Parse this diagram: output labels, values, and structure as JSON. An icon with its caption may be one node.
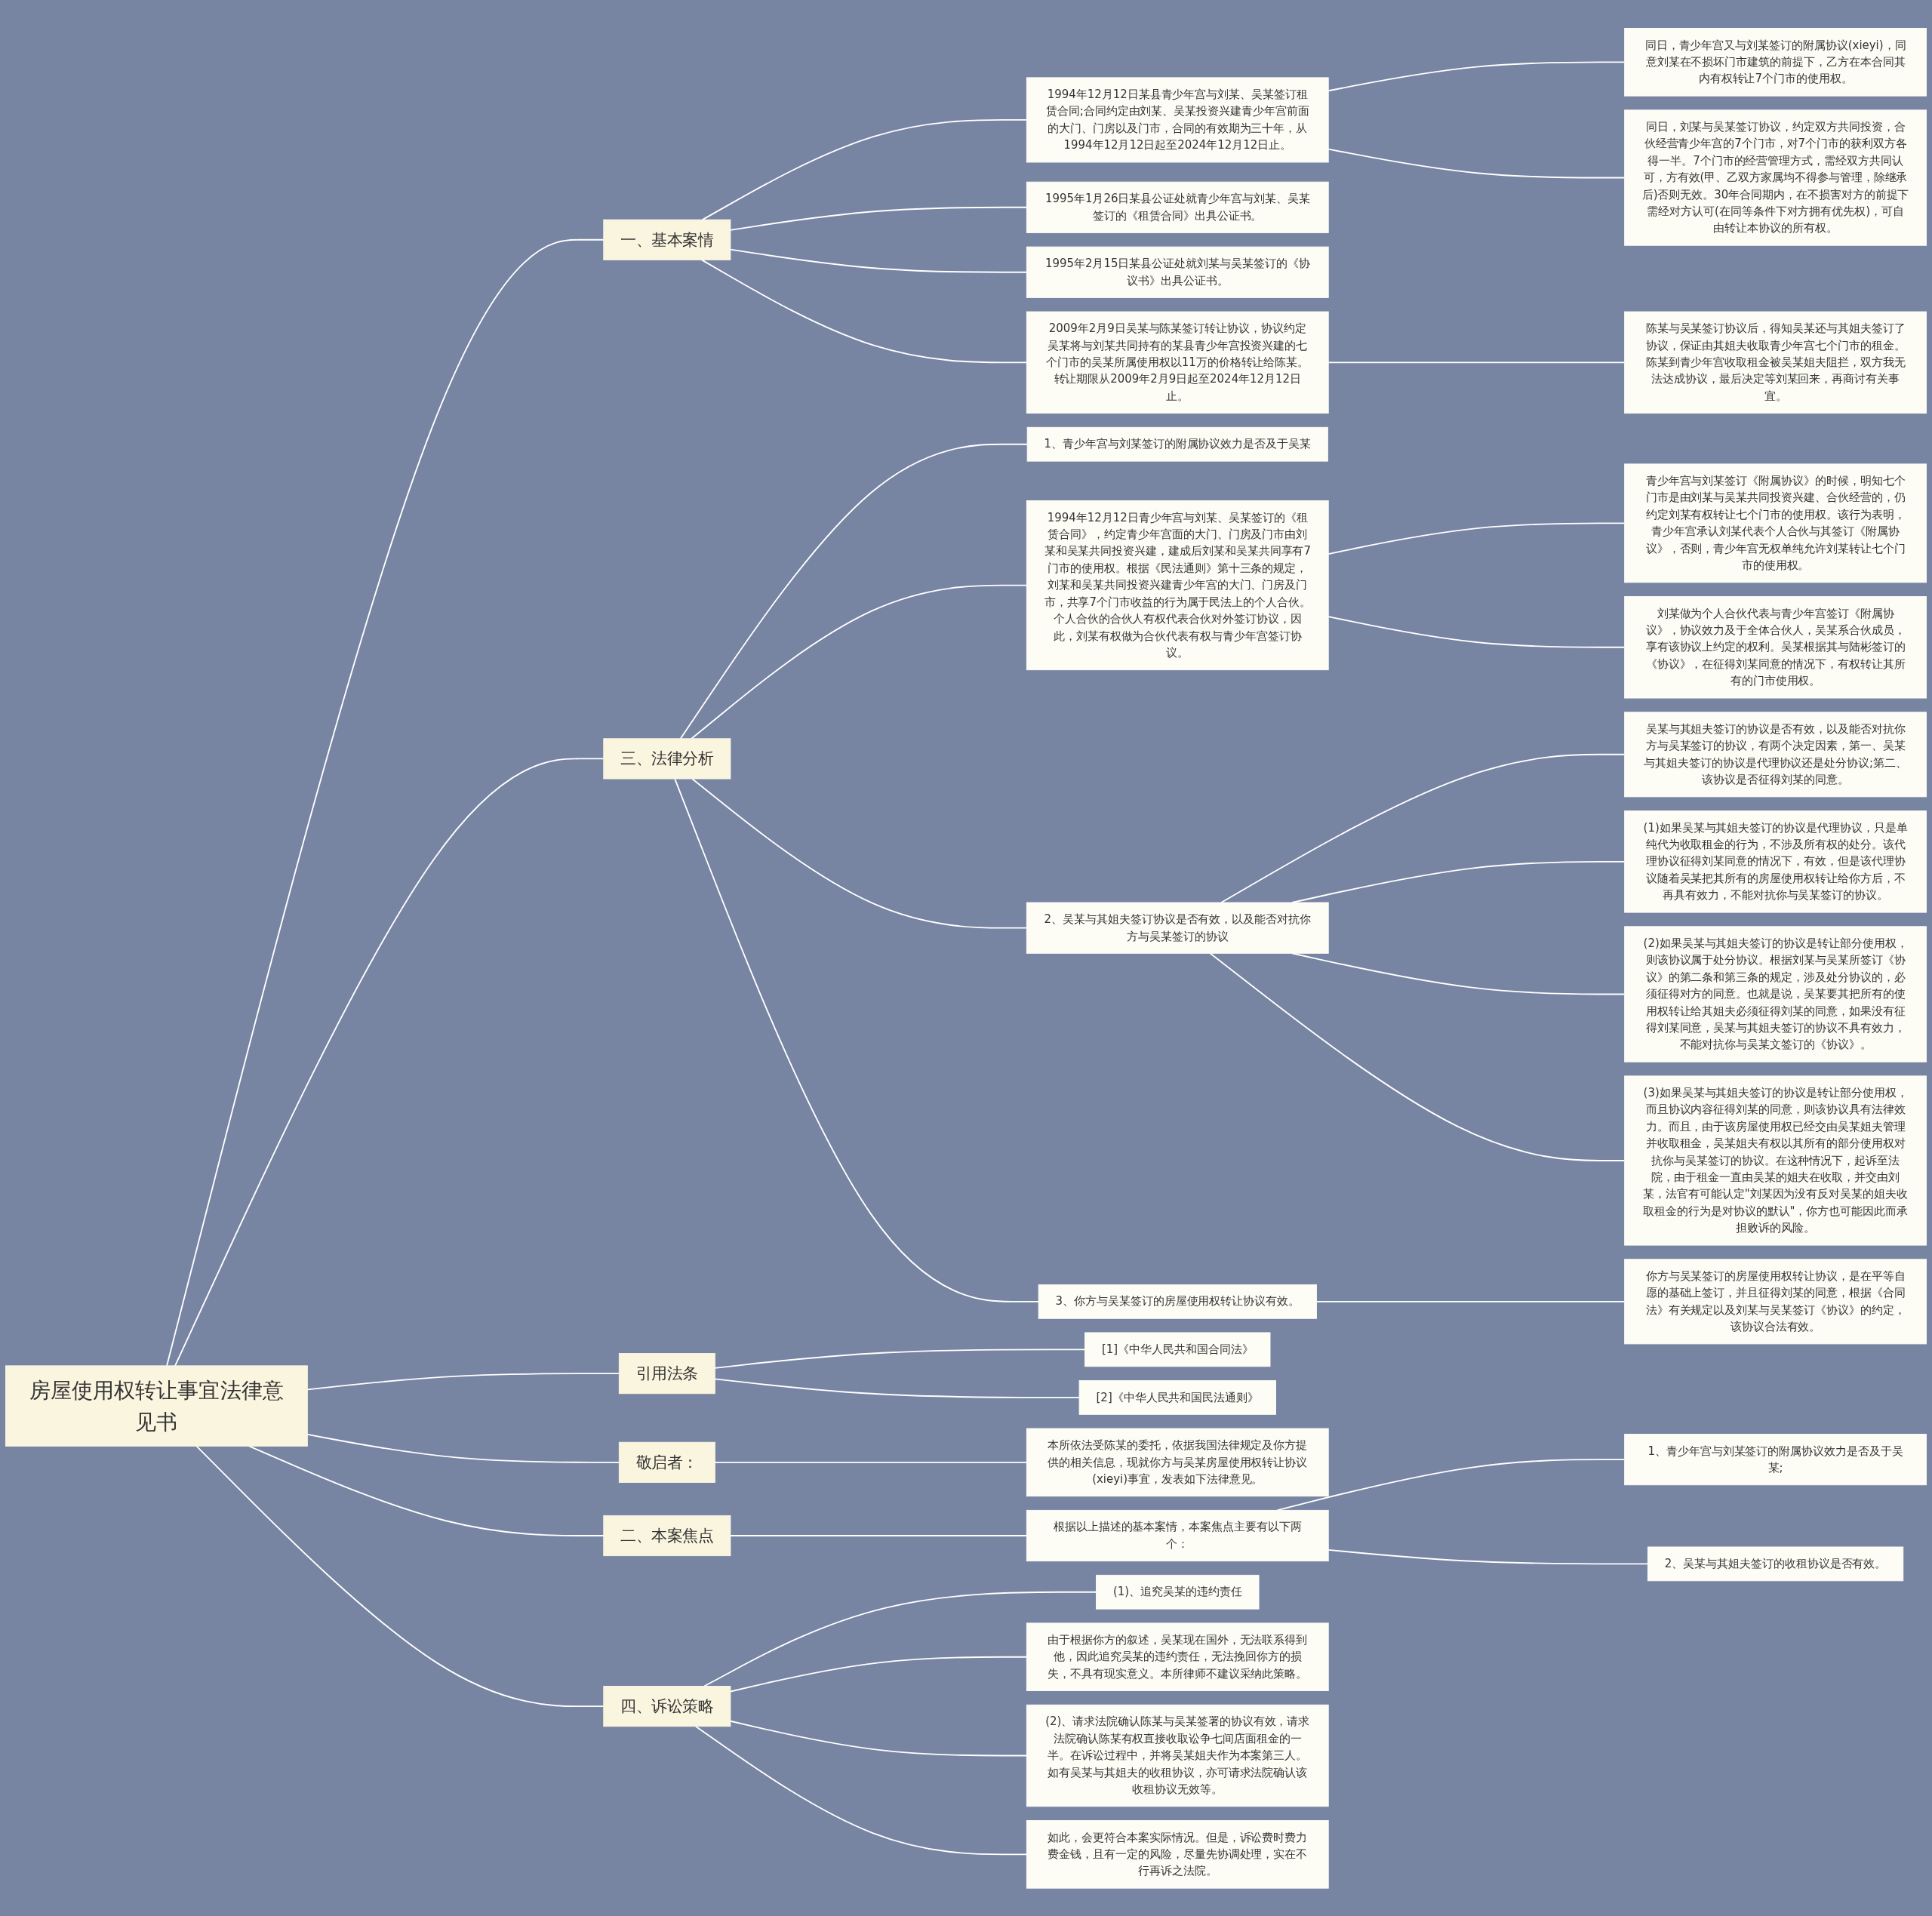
{
  "diagram": {
    "nodes": [
      {
        "text": [
          "房屋使用权转让事宜法律意见书"
        ]
      },
      {
        "text": [
          "一、基本案情"
        ]
      },
      {
        "text": [
          "1994年12月12日某县青少年宫与刘某、吴某签订租赁合同;合同约定由刘某、吴某投资兴建青少年宫前面的大门、门房以及门市，合同的有效期为三十年，从1994年12月12日起至2024年12月12日止。"
        ]
      },
      {
        "text": [
          "同日，青少年宫又与刘某签订的附属协议(xieyi)，同意刘某在不损坏门市建筑的前提下，乙方在本合同其内有权转让7个门市的使用权。"
        ]
      },
      {
        "text": [
          "同日，刘某与吴某签订协议，约定双方共同投资，合伙经营青少年宫的7个门市，对7个门市的获利双方各得一半。7个门市的经营管理方式，需经双方共同认可，方有效(甲、乙双方家属均不得参与管理，除继承后)否则无效。30年合同期内，在不损害对方的前提下需经对方认可(在同等条件下对方拥有优先权)，可自由转让本协议的所有权。"
        ]
      },
      {
        "text": [
          "1995年1月26日某县公证处就青少年宫与刘某、吴某签订的《租赁合同》出具公证书。"
        ]
      },
      {
        "text": [
          "1995年2月15日某县公证处就刘某与吴某签订的《协议书》出具公证书。"
        ]
      },
      {
        "text": [
          "2009年2月9日吴某与陈某签订转让协议，协议约定吴某将与刘某共同持有的某县青少年宫投资兴建的七个门市的吴某所属使用权以11万的价格转让给陈某。转让期限从2009年2月9日起至2024年12月12日止。"
        ]
      },
      {
        "text": [
          "陈某与吴某签订协议后，得知吴某还与其姐夫签订了协议，保证由其姐夫收取青少年宫七个门市的租金。陈某到青少年宫收取租金被吴某姐夫阻拦，双方我无法达成协议，最后决定等刘某回来，再商讨有关事宜。"
        ]
      },
      {
        "text": [
          "三、法律分析"
        ]
      },
      {
        "text": [
          "1、青少年宫与刘某签订的附属协议效力是否及于吴某"
        ]
      },
      {
        "text": [
          "1994年12月12日青少年宫与刘某、吴某签订的《租赁合同》，约定青少年宫面的大门、门房及门市由刘某和吴某共同投资兴建，建成后刘某和吴某共同享有7门市的使用权。根据《民法通则》第十三条的规定，刘某和吴某共同投资兴建青少年宫的大门、门房及门市，共享7个门市收益的行为属于民法上的个人合伙。个人合伙的合伙人有权代表合伙对外签订协议，因此，刘某有权做为合伙代表有权与青少年宫签订协议。"
        ]
      },
      {
        "text": [
          "青少年宫与刘某签订《附属协议》的时候，明知七个门市是由刘某与吴某共同投资兴建、合伙经营的，仍约定刘某有权转让七个门市的使用权。该行为表明，青少年宫承认刘某代表个人合伙与其签订《附属协议》，否则，青少年宫无权单纯允许刘某转让七个门市的使用权。"
        ]
      },
      {
        "text": [
          "刘某做为个人合伙代表与青少年宫签订《附属协议》，协议效力及于全体合伙人，吴某系合伙成员，享有该协议上约定的权利。吴某根据其与陆彬签订的《协议》，在征得刘某同意的情况下，有权转让其所有的门市使用权。"
        ]
      },
      {
        "text": [
          "2、吴某与其姐夫签订协议是否有效，以及能否对抗你方与吴某签订的协议"
        ]
      },
      {
        "text": [
          "吴某与其姐夫签订的协议是否有效，以及能否对抗你方与吴某签订的协议，有两个决定因素，第一、吴某与其姐夫签订的协议是代理协议还是处分协议;第二、该协议是否征得刘某的同意。"
        ]
      },
      {
        "text": [
          "(1)如果吴某与其姐夫签订的协议是代理协议，只是单纯代为收取租金的行为，不涉及所有权的处分。该代理协议征得刘某同意的情况下，有效，但是该代理协议随着吴某把其所有的房屋使用权转让给你方后，不再具有效力，不能对抗你与吴某签订的协议。"
        ]
      },
      {
        "text": [
          "(2)如果吴某与其姐夫签订的协议是转让部分使用权，则该协议属于处分协议。根据刘某与吴某所签订《协议》的第二条和第三条的规定，涉及处分协议的，必须征得对方的同意。也就是说，吴某要其把所有的使用权转让给其姐夫必须征得刘某的同意，如果没有征得刘某同意，吴某与其姐夫签订的协议不具有效力，不能对抗你与吴某文签订的《协议》。"
        ]
      },
      {
        "text": [
          "(3)如果吴某与其姐夫签订的协议是转让部分使用权，而且协议内容征得刘某的同意，则该协议具有法律效力。而且，由于该房屋使用权已经交由吴某姐夫管理并收取租金，吴某姐夫有权以其所有的部分使用权对抗你与吴某签订的协议。在这种情况下，起诉至法院，由于租金一直由吴某的姐夫在收取，并交由刘某，法官有可能认定\"刘某因为没有反对吴某的姐夫收取租金的行为是对协议的默认\"，你方也可能因此而承担败诉的风险。"
        ]
      },
      {
        "text": [
          "3、你方与吴某签订的房屋使用权转让协议有效。"
        ]
      },
      {
        "text": [
          "你方与吴某签订的房屋使用权转让协议，是在平等自愿的基础上签订，并且征得刘某的同意，根据《合同法》有关规定以及刘某与吴某签订《协议》的约定，该协议合法有效。"
        ]
      },
      {
        "text": [
          "引用法条"
        ]
      },
      {
        "text": [
          "[1]《中华人民共和国合同法》"
        ]
      },
      {
        "text": [
          "[2]《中华人民共和国民法通则》"
        ]
      },
      {
        "text": [
          "敬启者："
        ]
      },
      {
        "text": [
          "本所依法受陈某的委托，依据我国法律规定及你方提供的相关信息，现就你方与吴某房屋使用权转让协议(xieyi)事宜，发表如下法律意见。"
        ]
      },
      {
        "text": [
          "二、本案焦点"
        ]
      },
      {
        "text": [
          "根据以上描述的基本案情，本案焦点主要有以下两个："
        ]
      },
      {
        "text": [
          "1、青少年宫与刘某签订的附属协议效力是否及于吴某;"
        ]
      },
      {
        "text": [
          "2、吴某与其姐夫签订的收租协议是否有效。"
        ]
      },
      {
        "text": [
          "四、诉讼策略"
        ]
      },
      {
        "text": [
          "(1)、追究吴某的违约责任"
        ]
      },
      {
        "text": [
          "由于根据你方的叙述，吴某现在国外，无法联系得到他，因此追究吴某的违约责任，无法挽回你方的损失，不具有现实意义。本所律师不建议采纳此策略。"
        ]
      },
      {
        "text": [
          "(2)、请求法院确认陈某与吴某签署的协议有效，请求法院确认陈某有权直接收取讼争七间店面租金的一半。在诉讼过程中，并将吴某姐夫作为本案第三人。如有吴某与其姐夫的收租协议，亦可请求法院确认该收租协议无效等。"
        ]
      },
      {
        "text": [
          "如此，会更符合本案实际情况。但是，诉讼费时费力费金钱，且有一定的风险，尽量先协调处理，实在不行再诉之法院。"
        ]
      }
    ],
    "edges": [
      {
        "from": 0,
        "to": 1,
        "arrow": "none"
      },
      {
        "from": 1,
        "to": 2,
        "arrow": "none"
      },
      {
        "from": 2,
        "to": 3,
        "arrow": "none"
      },
      {
        "from": 2,
        "to": 4,
        "arrow": "none"
      },
      {
        "from": 1,
        "to": 5,
        "arrow": "none"
      },
      {
        "from": 1,
        "to": 6,
        "arrow": "none"
      },
      {
        "from": 1,
        "to": 7,
        "arrow": "none"
      },
      {
        "from": 7,
        "to": 8,
        "arrow": "none"
      },
      {
        "from": 0,
        "to": 9,
        "arrow": "none"
      },
      {
        "from": 9,
        "to": 10,
        "arrow": "none"
      },
      {
        "from": 9,
        "to": 11,
        "arrow": "none"
      },
      {
        "from": 11,
        "to": 12,
        "arrow": "none"
      },
      {
        "from": 11,
        "to": 13,
        "arrow": "none"
      },
      {
        "from": 9,
        "to": 14,
        "arrow": "none"
      },
      {
        "from": 14,
        "to": 15,
        "arrow": "none"
      },
      {
        "from": 14,
        "to": 16,
        "arrow": "none"
      },
      {
        "from": 14,
        "to": 17,
        "arrow": "none"
      },
      {
        "from": 14,
        "to": 18,
        "arrow": "none"
      },
      {
        "from": 9,
        "to": 19,
        "arrow": "none"
      },
      {
        "from": 19,
        "to": 20,
        "arrow": "none"
      },
      {
        "from": 0,
        "to": 21,
        "arrow": "none"
      },
      {
        "from": 21,
        "to": 22,
        "arrow": "none"
      },
      {
        "from": 21,
        "to": 23,
        "arrow": "none"
      },
      {
        "from": 0,
        "to": 24,
        "arrow": "none"
      },
      {
        "from": 24,
        "to": 25,
        "arrow": "none"
      },
      {
        "from": 0,
        "to": 26,
        "arrow": "none"
      },
      {
        "from": 26,
        "to": 27,
        "arrow": "none"
      },
      {
        "from": 27,
        "to": 28,
        "arrow": "none"
      },
      {
        "from": 27,
        "to": 29,
        "arrow": "none"
      },
      {
        "from": 0,
        "to": 30,
        "arrow": "none"
      },
      {
        "from": 30,
        "to": 31,
        "arrow": "none"
      },
      {
        "from": 30,
        "to": 32,
        "arrow": "none"
      },
      {
        "from": 30,
        "to": 33,
        "arrow": "none"
      },
      {
        "from": 30,
        "to": 34,
        "arrow": "none"
      }
    ]
  }
}
